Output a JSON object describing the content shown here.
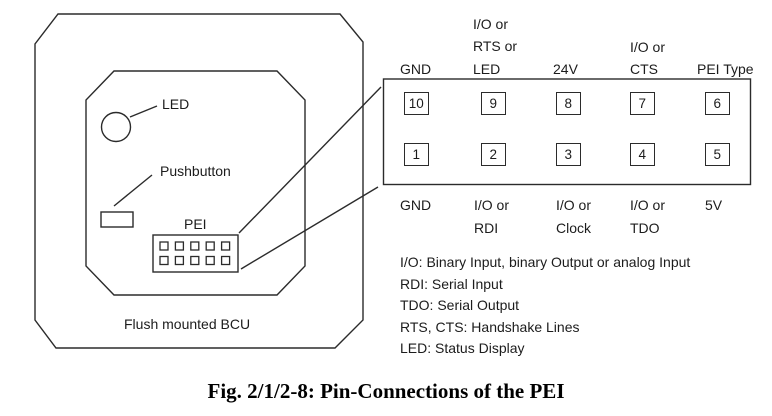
{
  "bcu": {
    "led_label": "LED",
    "pushbutton_label": "Pushbutton",
    "pei_label": "PEI",
    "device_caption": "Flush mounted BCU"
  },
  "connector": {
    "top_labels": [
      {
        "lines": [
          "GND"
        ]
      },
      {
        "lines": [
          "I/O or",
          "RTS or",
          "LED"
        ]
      },
      {
        "lines": [
          "24V"
        ]
      },
      {
        "lines": [
          "I/O or",
          "CTS"
        ]
      },
      {
        "lines": [
          "PEI Type"
        ]
      }
    ],
    "pins_top": [
      "10",
      "9",
      "8",
      "7",
      "6"
    ],
    "pins_bottom": [
      "1",
      "2",
      "3",
      "4",
      "5"
    ],
    "bottom_labels": [
      {
        "lines": [
          "GND"
        ]
      },
      {
        "lines": [
          "I/O or",
          "RDI"
        ]
      },
      {
        "lines": [
          "I/O or",
          "Clock"
        ]
      },
      {
        "lines": [
          "I/O or",
          "TDO"
        ]
      },
      {
        "lines": [
          "5V"
        ]
      }
    ]
  },
  "legend": [
    "I/O: Binary Input, binary Output or analog Input",
    "RDI: Serial Input",
    "TDO: Serial Output",
    "RTS, CTS: Handshake Lines",
    "LED: Status Display"
  ],
  "figure_caption": "Fig. 2/1/2-8: Pin-Connections of the PEI",
  "colors": {
    "line": "#2b2b2b",
    "text": "#1c1c1c",
    "background": "#ffffff"
  }
}
